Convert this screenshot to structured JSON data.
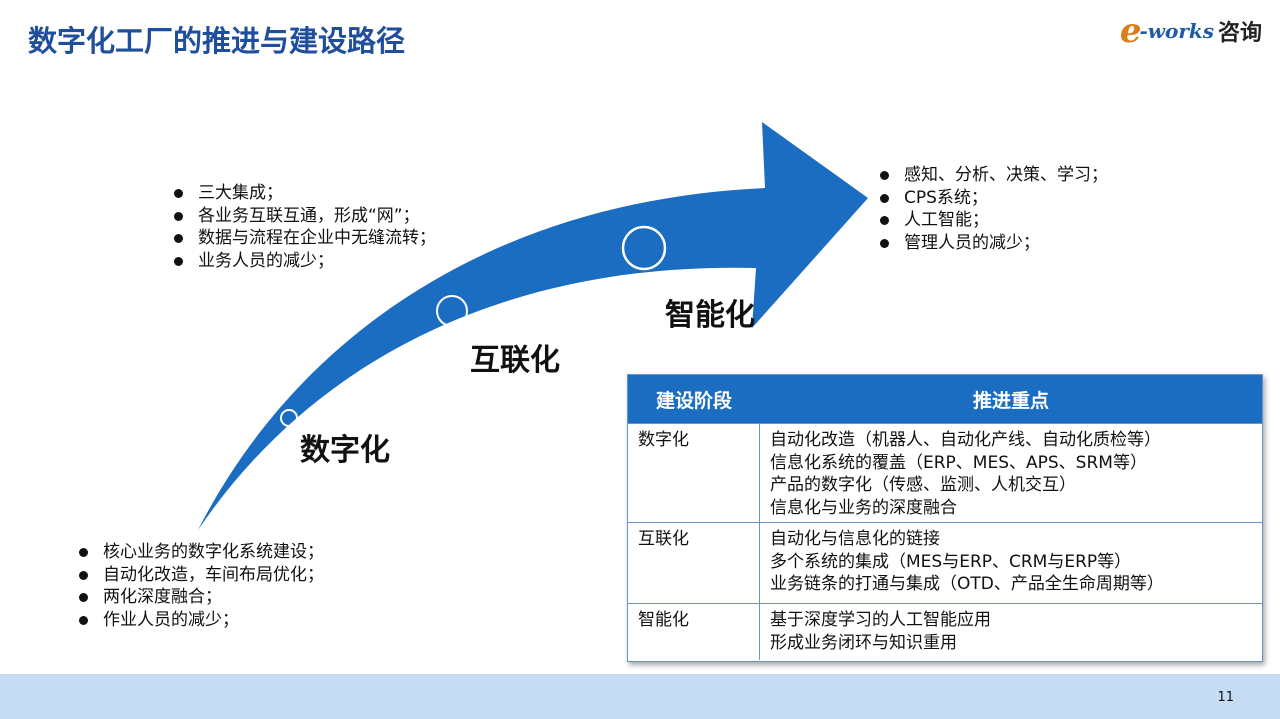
{
  "title": "数字化工厂的推进与建设路径",
  "logo": {
    "e": "e",
    "works": "-works",
    "cn": "咨询"
  },
  "stages": {
    "s1": "数字化",
    "s2": "互联化",
    "s3": "智能化"
  },
  "bullets_top_left": [
    "三大集成；",
    "各业务互联互通，形成“网”；",
    "数据与流程在企业中无缝流转；",
    "业务人员的减少；"
  ],
  "bullets_bottom_left": [
    "核心业务的数字化系统建设；",
    "自动化改造，车间布局优化；",
    "两化深度融合；",
    "作业人员的减少；"
  ],
  "bullets_top_right": [
    "感知、分析、决策、学习；",
    "CPS系统；",
    "人工智能；",
    "管理人员的减少；"
  ],
  "table": {
    "headers": [
      "建设阶段",
      "推进重点"
    ],
    "rows": [
      {
        "stage": "数字化",
        "items": [
          "自动化改造（机器人、自动化产线、自动化质检等）",
          "信息化系统的覆盖（ERP、MES、APS、SRM等）",
          "产品的数字化（传感、监测、人机交互）",
          "信息化与业务的深度融合"
        ]
      },
      {
        "stage": "互联化",
        "items": [
          "自动化与信息化的链接",
          "多个系统的集成（MES与ERP、CRM与ERP等）",
          "业务链条的打通与集成（OTD、产品全生命周期等）"
        ]
      },
      {
        "stage": "智能化",
        "items": [
          "基于深度学习的人工智能应用",
          "形成业务闭环与知识重用"
        ]
      }
    ]
  },
  "page_number": "11",
  "colors": {
    "arrow": "#1b6dc1",
    "title": "#1f4e9c",
    "table_header": "#1b6dc1",
    "footer": "#c6dcf4"
  }
}
